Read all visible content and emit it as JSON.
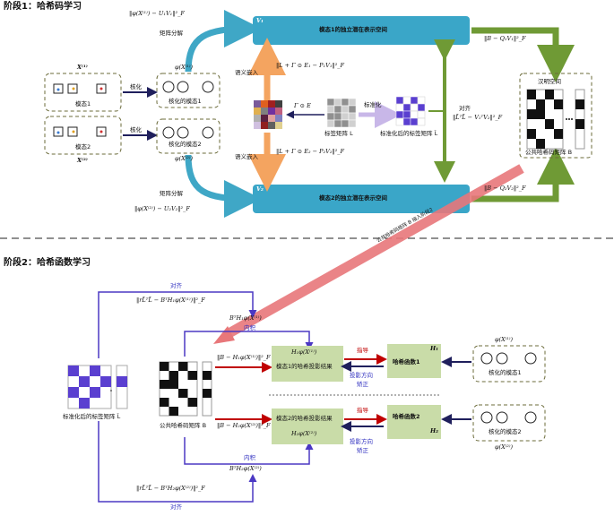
{
  "stage1": {
    "title": "阶段1：哈希码学习",
    "x1_label": "X⁽¹⁾",
    "x2_label": "X⁽²⁾",
    "modal1": "模态1",
    "modal2": "模态2",
    "kernel": "核化",
    "kernel_modal1": "核化的模态1",
    "kernel_modal2": "核化的模态2",
    "phi_x1": "φ(X⁽¹⁾)",
    "phi_x2": "φ(X⁽²⁾)",
    "norm_top": "‖φ(X⁽¹⁾) − U₁V₁‖²_F",
    "norm_bottom": "‖φ(X⁽²⁾) − U₂V₂‖²_F",
    "matrix_decomp": "矩阵分解",
    "v1_label": "V₁",
    "v2_label": "V₂",
    "space1": "模态1的独立潜在表示空间",
    "space2": "模态2的独立潜在表示空间",
    "semantic_embed": "语义嵌入",
    "embed_eq1": "‖L + Γ ⊙ E₁ − P₁V₁‖²_F",
    "embed_eq2": "‖L + Γ ⊙ E₂ − P₂V₂‖²_F",
    "gamma_e": "Γ ⊙ E",
    "label_matrix": "标签矩阵 L",
    "normalize": "标准化",
    "norm_label_matrix": "标准化后的标签矩阵 L̃",
    "align": "对齐",
    "align_eq": "‖L̃ᵀL̃ − V₁ᵀV₂‖²_F",
    "hamming": "汉明空间",
    "shared_hash": "公共哈希码矩阵 B",
    "bq1": "‖B − Q₁V₁‖²_F",
    "bq2": "‖B − Q₂V₂‖²_F"
  },
  "banner": "公共哈希码矩阵 B 接入阶段2",
  "stage2": {
    "title": "阶段2：哈希函数学习",
    "align_top": "对齐",
    "align_bottom": "对齐",
    "align_eq_top": "‖rL̃ᵀL̃ − BᵀH₁φ(X⁽¹⁾)‖²_F",
    "align_eq_bottom": "‖rL̃ᵀL̃ − BᵀH₂φ(X⁽²⁾)‖²_F",
    "inner_top": "BᵀH₁φ(X⁽¹⁾)",
    "inner_bottom": "BᵀH₂φ(X⁽²⁾)",
    "inner_product": "内积",
    "norm_label_matrix": "标准化后的标签矩阵 L̃",
    "shared_hash": "公共哈希码矩阵 B",
    "bh1": "‖B − H₁φ(X⁽¹⁾)‖²_F",
    "bh2": "‖B − H₂φ(X⁽²⁾)‖²_F",
    "proj1_eq": "H₁φ(X⁽¹⁾)",
    "proj1_label": "模态1的哈希投影结果",
    "proj2_eq": "H₂φ(X⁽²⁾)",
    "proj2_label": "模态2的哈希投影结果",
    "guide": "指导",
    "proj_dir": "投影方向",
    "correct": "矫正",
    "hash_fn1": "哈希函数1",
    "hash_fn2": "哈希函数2",
    "h1": "H₁",
    "h2": "H₂",
    "kernel_modal1": "核化的模态1",
    "kernel_modal2": "核化的模态2",
    "phi_x1": "φ(X⁽¹⁾)",
    "phi_x2": "φ(X⁽²⁾)"
  },
  "colors": {
    "teal_box": "#3aa6c8",
    "green_box": "#c9dca8",
    "teal_arrow": "#3fa7c6",
    "orange_arrow": "#f4a460",
    "green_arrow": "#6f9a35",
    "purple_line": "#4b38c4",
    "red_arrow": "#c00000",
    "navy_arrow": "#1f1f5c",
    "banner": "#e8777a",
    "label_purple": "#5a3fd0"
  }
}
